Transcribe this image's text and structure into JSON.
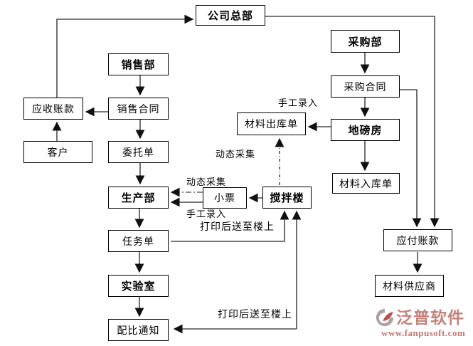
{
  "diagram": {
    "nodes": [
      {
        "id": "company-hq",
        "label": "公司总部"
      },
      {
        "id": "sales-dept",
        "label": "销售部"
      },
      {
        "id": "sales-contract",
        "label": "销售合同"
      },
      {
        "id": "entrust-order",
        "label": "委托单"
      },
      {
        "id": "production-dept",
        "label": "生产部"
      },
      {
        "id": "task-order",
        "label": "任务单"
      },
      {
        "id": "laboratory",
        "label": "实验室"
      },
      {
        "id": "ratio-notice",
        "label": "配比通知"
      },
      {
        "id": "accounts-receivable",
        "label": "应收账款"
      },
      {
        "id": "customer",
        "label": "客户"
      },
      {
        "id": "receipt-ticket",
        "label": "小票"
      },
      {
        "id": "mixing-building",
        "label": "搅拌楼"
      },
      {
        "id": "material-outbound",
        "label": "材料出库单"
      },
      {
        "id": "purchasing-dept",
        "label": "采购部"
      },
      {
        "id": "purchase-contract",
        "label": "采购合同"
      },
      {
        "id": "weighbridge-room",
        "label": "地磅房"
      },
      {
        "id": "material-inbound",
        "label": "材料入库单"
      },
      {
        "id": "accounts-payable",
        "label": "应付账款"
      },
      {
        "id": "material-supplier",
        "label": "材料供应商"
      }
    ],
    "annotations": [
      {
        "id": "manual-entry-right",
        "label": "手工录入"
      },
      {
        "id": "dynamic-collect-right",
        "label": "动态采集"
      },
      {
        "id": "dynamic-collect-left",
        "label": "动态采集"
      },
      {
        "id": "manual-entry-left",
        "label": "手工录入"
      },
      {
        "id": "print-send-upstairs-1",
        "label": "打印后送至楼上"
      },
      {
        "id": "print-send-upstairs-2",
        "label": "打印后送至楼上"
      }
    ],
    "line_color": "#4d4d4d",
    "box_border_color": "#000000"
  },
  "watermark": {
    "icon": "fanpu-logo-circle-icon",
    "brand": "泛普软件",
    "url": "www.fanpusoft.com",
    "brand_color": "#c5827b",
    "url_color": "#c4766e",
    "icon_gray": "#aba3a3",
    "icon_red": "#b5524c"
  }
}
